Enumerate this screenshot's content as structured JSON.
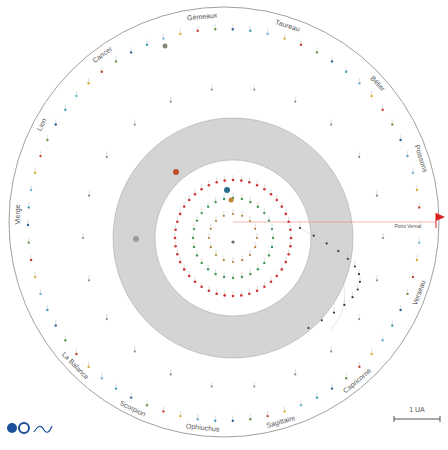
{
  "diagram": {
    "labels": [
      "Gémeaux",
      "Taureau",
      "Bélier",
      "Poissons",
      "Point Vernal",
      "Verseau",
      "Capricorne",
      "Sagittaire",
      "Ophiuchus",
      "Scorpion",
      "La Balance",
      "Vierge",
      "Lion",
      "Cancer",
      "1 UA"
    ]
  }
}
